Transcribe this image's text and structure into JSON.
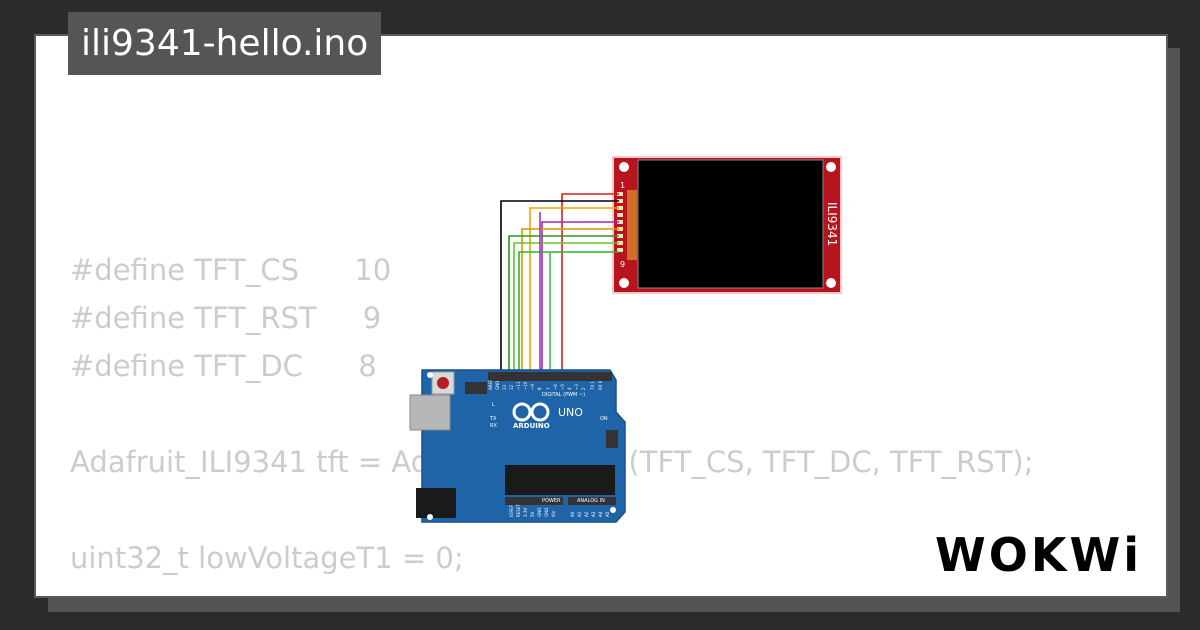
{
  "title": "ili9341-hello.ino",
  "code_lines": [
    "#define TFT_CS      10",
    "#define TFT_RST     9",
    "#define TFT_DC      8",
    "",
    "Adafruit_ILI9341 tft = Adafruit_ILI9341(TFT_CS, TFT_DC, TFT_RST);",
    "",
    "uint32_t lowVoltageT1 = 0;"
  ],
  "display": {
    "label": "ILI9341",
    "pin_first": "1",
    "pin_last": "9"
  },
  "arduino": {
    "brand": "ARDUINO",
    "model": "UNO",
    "digital_label": "DIGITAL (PWM ~)",
    "power_label": "POWER",
    "analog_label": "ANALOG IN",
    "on_label": "ON",
    "tx_label": "TX",
    "rx_label": "RX",
    "l_label": "L",
    "top_pins": [
      "AREF",
      "GND",
      "13",
      "12",
      "~11",
      "~10",
      "~9",
      "8",
      "7",
      "~6",
      "~5",
      "4",
      "~3",
      "2",
      "TX 1",
      "RX 0"
    ],
    "power_pins": [
      "IOREF",
      "RESET",
      "3.3V",
      "5V",
      "GND",
      "GND",
      "Vin"
    ],
    "analog_pins": [
      "A0",
      "A1",
      "A2",
      "A3",
      "A4",
      "A5"
    ]
  },
  "logo": "WOKWi",
  "colors": {
    "background": "#2b2b2b",
    "card": "#ffffff",
    "title_bg": "#555555",
    "code_text": "#cccccc",
    "board": "#1f64a8",
    "display_pcb": "#b8141e"
  }
}
